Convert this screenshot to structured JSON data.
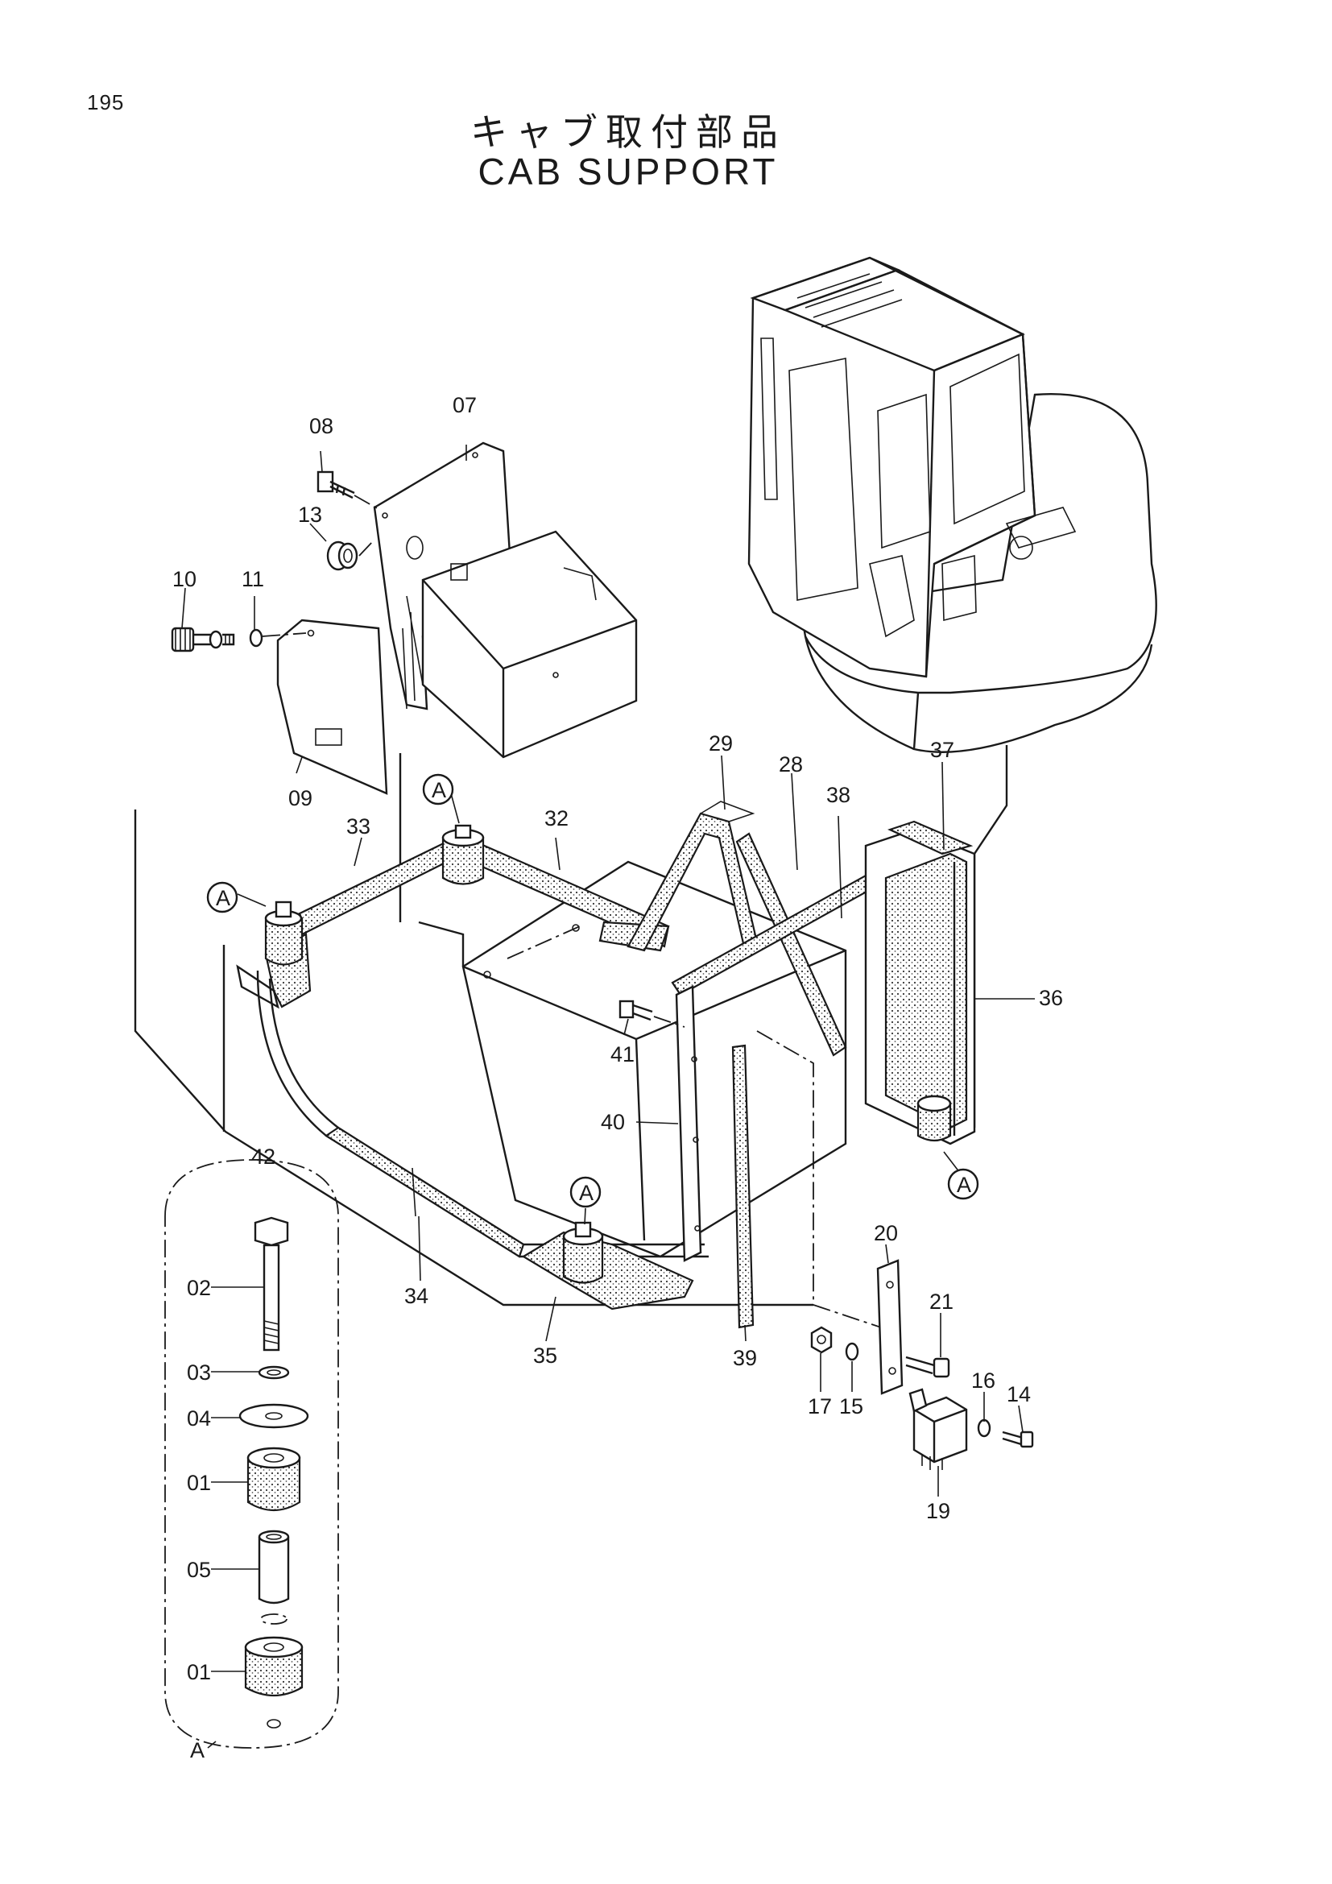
{
  "page": {
    "number": "195"
  },
  "title": {
    "japanese": "キャブ取付部品",
    "english": "CAB SUPPORT"
  },
  "callouts": {
    "p07": "07",
    "p08": "08",
    "p09": "09",
    "p10": "10",
    "p11": "11",
    "p13": "13",
    "p28": "28",
    "p29": "29",
    "p32": "32",
    "p33": "33",
    "p34": "34",
    "p35": "35",
    "p36": "36",
    "p37": "37",
    "p38": "38",
    "p39": "39",
    "p40": "40",
    "p41": "41",
    "p42": "42",
    "p20": "20",
    "p21": "21",
    "p17": "17",
    "p15": "15",
    "p16": "16",
    "p14": "14",
    "p19": "19"
  },
  "detail": {
    "marker": "A",
    "p02": "02",
    "p03": "03",
    "p04": "04",
    "p01a": "01",
    "p05": "05",
    "p01b": "01"
  },
  "mount_markers": [
    "A",
    "A",
    "A",
    "A"
  ]
}
